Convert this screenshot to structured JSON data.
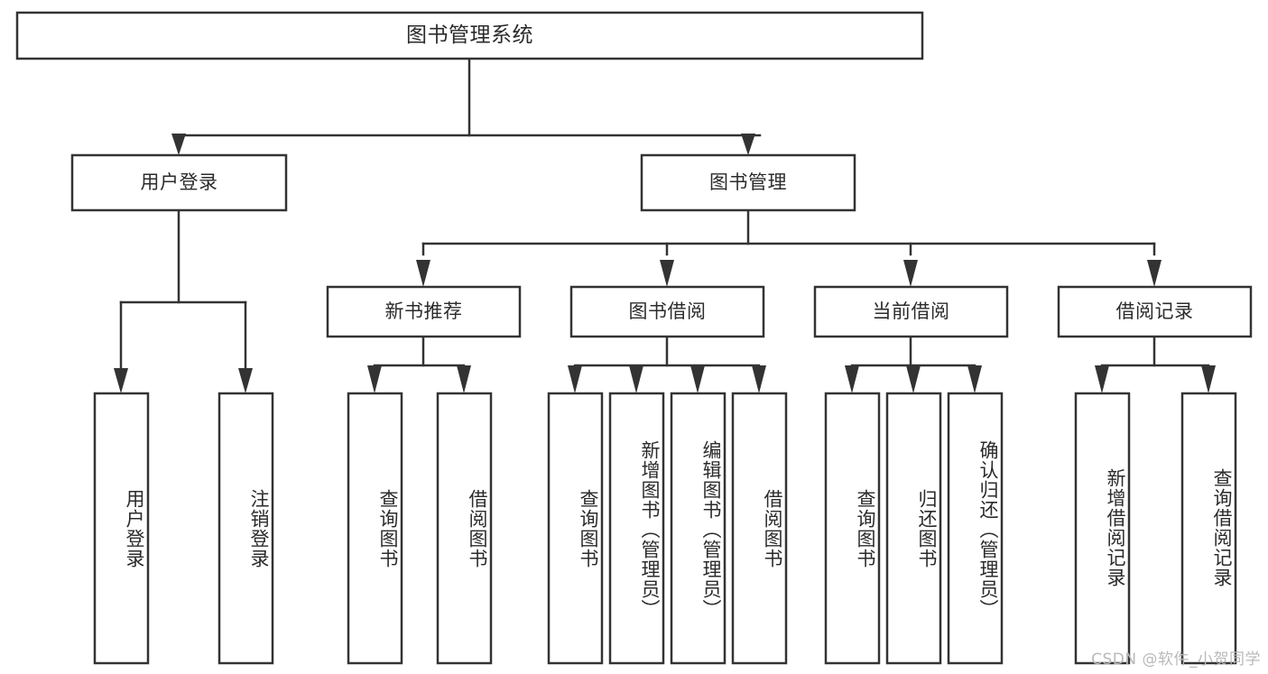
{
  "diagram": {
    "type": "tree",
    "title": "图书管理系统",
    "watermark": "CSDN @软件_小贺同学",
    "root": {
      "label": "图书管理系统"
    },
    "level1": [
      {
        "id": "user-login",
        "label": "用户登录"
      },
      {
        "id": "book-manage",
        "label": "图书管理"
      }
    ],
    "level2": [
      {
        "id": "new-book-rec",
        "label": "新书推荐",
        "parent": "book-manage"
      },
      {
        "id": "book-borrow",
        "label": "图书借阅",
        "parent": "book-manage"
      },
      {
        "id": "current-borrow",
        "label": "当前借阅",
        "parent": "book-manage"
      },
      {
        "id": "borrow-record",
        "label": "借阅记录",
        "parent": "book-manage"
      }
    ],
    "leaves": [
      {
        "id": "leaf-user-login",
        "label": "用户登录",
        "parent": "user-login"
      },
      {
        "id": "leaf-user-logout",
        "label": "注销登录",
        "parent": "user-login"
      },
      {
        "id": "leaf-query-book-1",
        "label": "查询图书",
        "parent": "new-book-rec"
      },
      {
        "id": "leaf-borrow-book-1",
        "label": "借阅图书",
        "parent": "new-book-rec"
      },
      {
        "id": "leaf-query-book-2",
        "label": "查询图书",
        "parent": "book-borrow"
      },
      {
        "id": "leaf-add-book",
        "label": "新增图书（管理员）",
        "parent": "book-borrow"
      },
      {
        "id": "leaf-edit-book",
        "label": "编辑图书（管理员）",
        "parent": "book-borrow"
      },
      {
        "id": "leaf-borrow-book-2",
        "label": "借阅图书",
        "parent": "book-borrow"
      },
      {
        "id": "leaf-query-book-3",
        "label": "查询图书",
        "parent": "current-borrow"
      },
      {
        "id": "leaf-return-book",
        "label": "归还图书",
        "parent": "current-borrow"
      },
      {
        "id": "leaf-confirm-return",
        "label": "确认归还（管理员）",
        "parent": "current-borrow"
      },
      {
        "id": "leaf-add-record",
        "label": "新增借阅记录",
        "parent": "borrow-record"
      },
      {
        "id": "leaf-query-record",
        "label": "查询借阅记录",
        "parent": "borrow-record"
      }
    ],
    "colors": {
      "stroke": "#333333",
      "fill": "#ffffff",
      "text": "#2b2b2b",
      "watermark": "#b9b9b9"
    }
  }
}
